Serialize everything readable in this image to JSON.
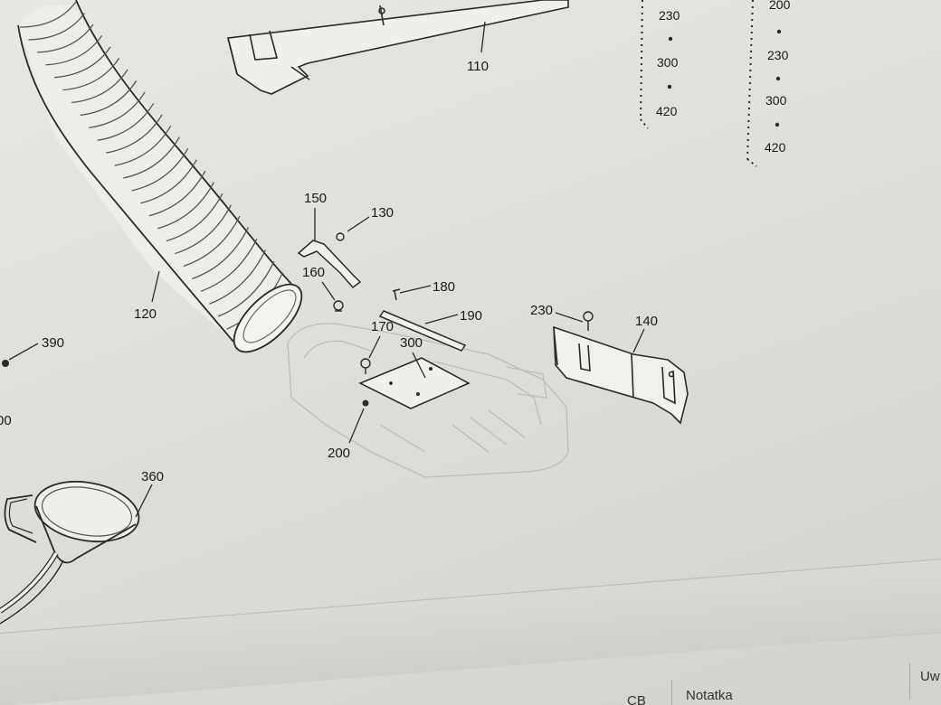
{
  "callouts": {
    "c110": "110",
    "c120": "120",
    "c130": "130",
    "c140": "140",
    "c150": "150",
    "c160": "160",
    "c170": "170",
    "c180": "180",
    "c190": "190",
    "c200": "200",
    "c230": "230",
    "c300": "300",
    "c360": "360",
    "c390": "390",
    "c_partial": "00"
  },
  "size_column_1": [
    "230",
    "300",
    "420"
  ],
  "size_column_2": [
    "200",
    "230",
    "300",
    "420"
  ],
  "status_bar": {
    "cb": "CB",
    "note": "Notatka",
    "uw": "Uw"
  },
  "colors": {
    "line": "#2a2a2a",
    "ghost": "#b9b9b6",
    "background": "#e2e2de"
  }
}
